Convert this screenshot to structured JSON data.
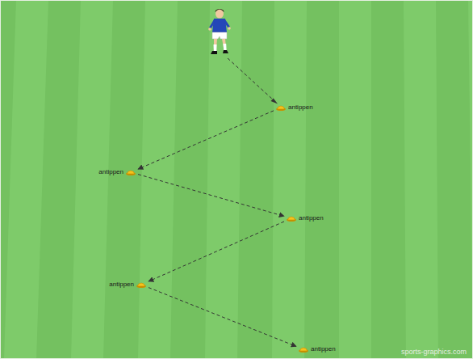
{
  "diagram": {
    "nodes": [
      {
        "text": [
          "antippen"
        ]
      },
      {
        "text": [
          "antippen"
        ]
      },
      {
        "text": [
          "antippen"
        ]
      },
      {
        "text": [
          "antippen"
        ]
      },
      {
        "text": [
          "antippen"
        ]
      }
    ],
    "edges": [
      {
        "from": 0,
        "to": 1,
        "arrow": "to"
      },
      {
        "from": 1,
        "to": 2,
        "arrow": "to"
      },
      {
        "from": 2,
        "to": 3,
        "arrow": "to"
      },
      {
        "from": 3,
        "to": 4,
        "arrow": "to"
      }
    ],
    "labels": [
      "sports-graphics.com"
    ]
  }
}
